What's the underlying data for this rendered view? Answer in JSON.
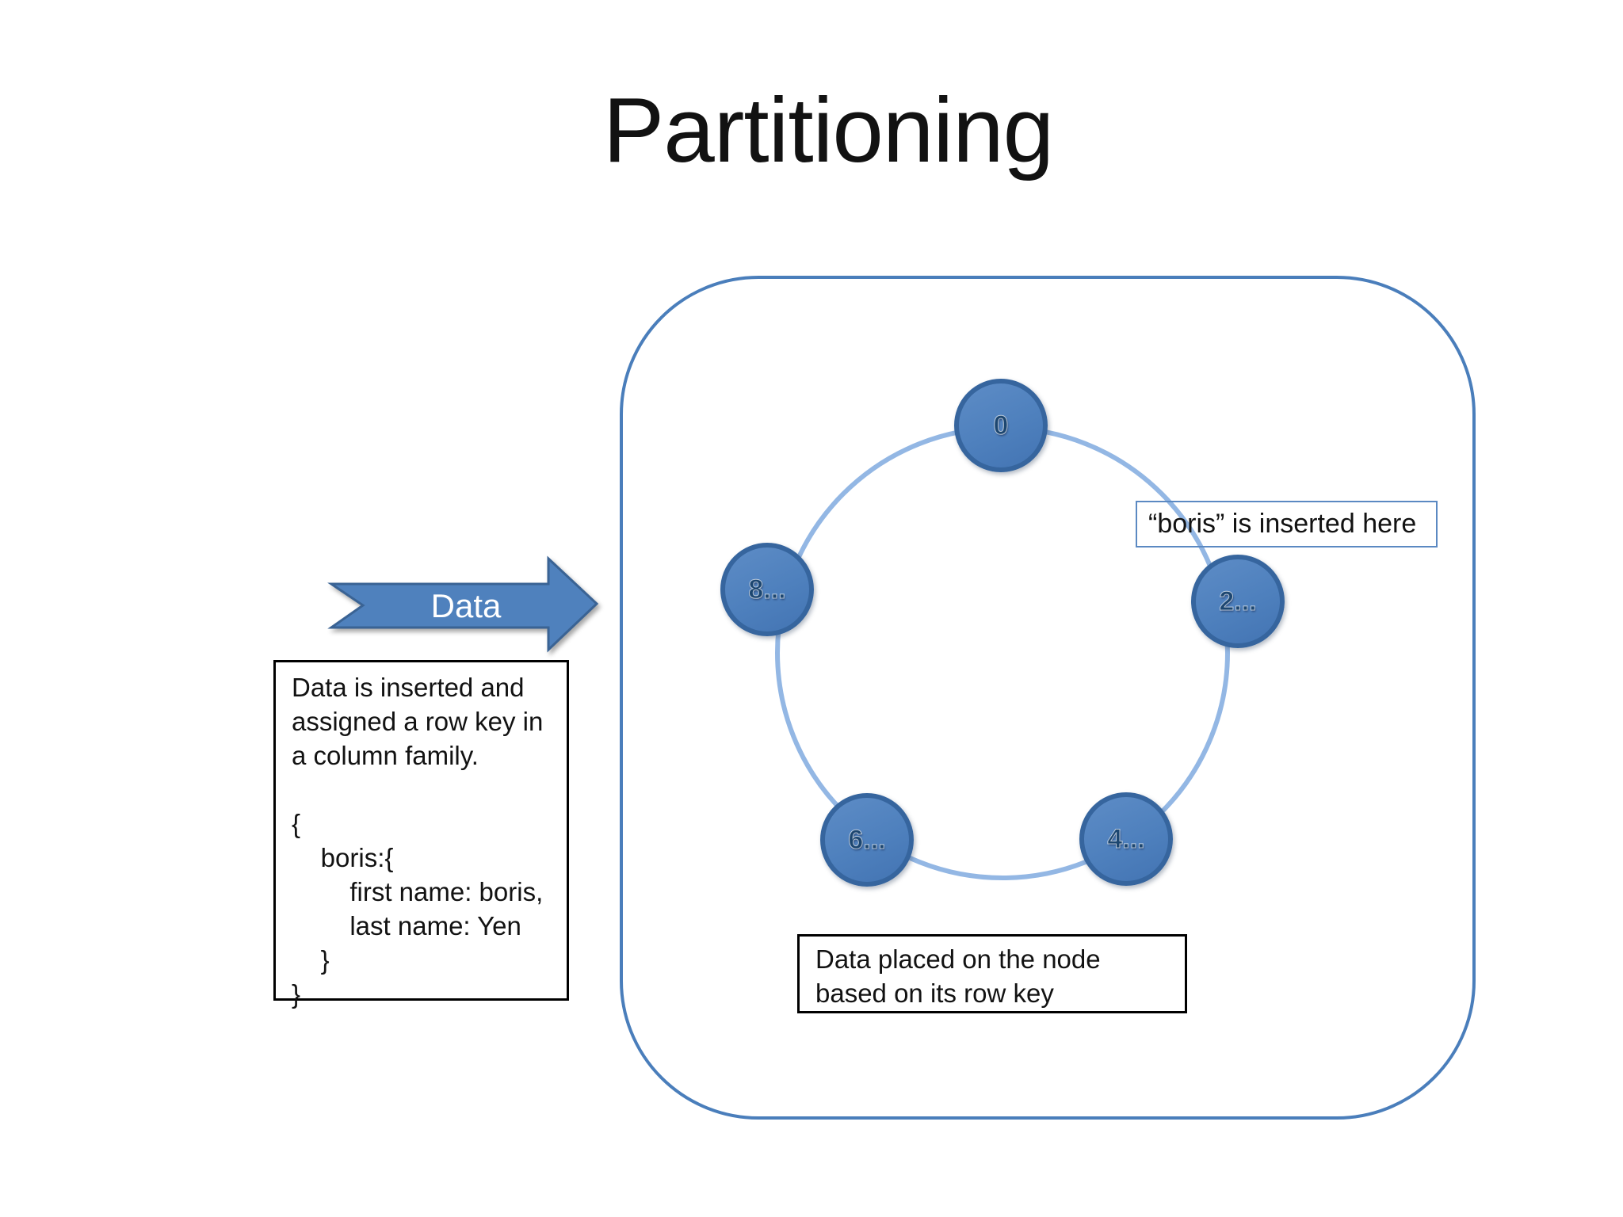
{
  "title": "Partitioning",
  "arrow": {
    "label": "Data"
  },
  "insert_box": {
    "description": "Data is inserted and assigned a row key in a column family.",
    "code_lines": [
      "{",
      "    boris:{",
      "        first name: boris,",
      "        last name: Yen",
      "    }",
      "}"
    ]
  },
  "ring": {
    "nodes": [
      {
        "id": "node-0",
        "label": "0"
      },
      {
        "id": "node-2",
        "label": "2..."
      },
      {
        "id": "node-4",
        "label": "4..."
      },
      {
        "id": "node-6",
        "label": "6..."
      },
      {
        "id": "node-8",
        "label": "8..."
      }
    ]
  },
  "callouts": {
    "boris_label": "“boris” is inserted here",
    "placement_label": "Data placed on the node based on its row key"
  },
  "colors": {
    "text": "#121212",
    "frame": "#4a7ebb",
    "ring": "#93b7e4",
    "node-fill": "#4e80bd",
    "node-border": "#36659e",
    "node-text": "#1c4670",
    "arrow-fill": "#4f81bd",
    "arrow-border": "#3a6394",
    "callout-border": "#5b89c2"
  }
}
